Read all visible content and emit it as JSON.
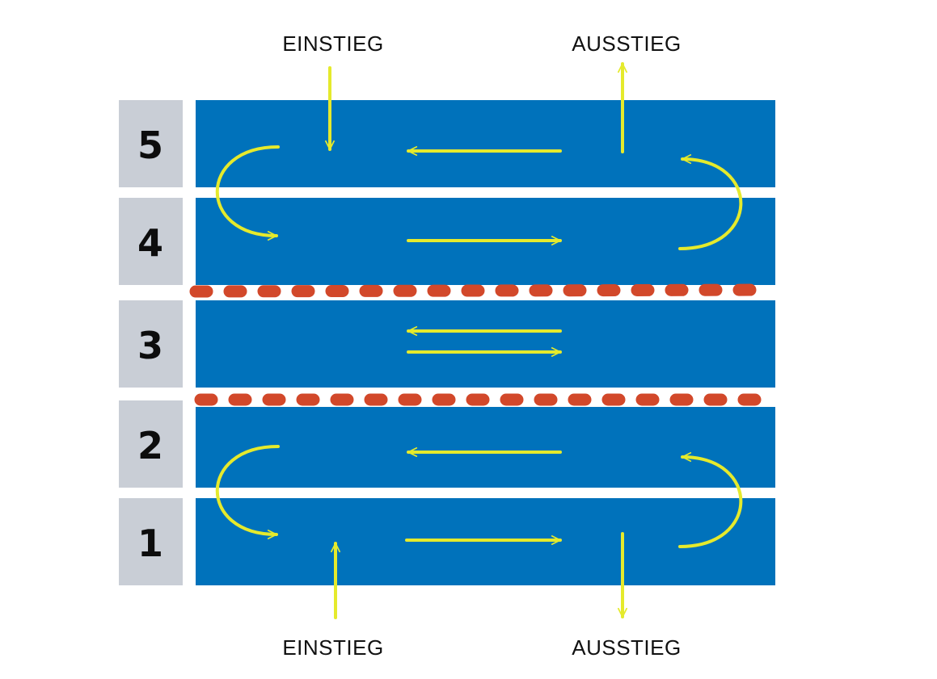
{
  "colors": {
    "lane": "#0072bb",
    "lane_label_bg": "#c9ced6",
    "arrow": "#e5ea2c",
    "divider": "#d2482a",
    "text": "#111111"
  },
  "lanes": [
    {
      "number": "5"
    },
    {
      "number": "4"
    },
    {
      "number": "3"
    },
    {
      "number": "2"
    },
    {
      "number": "1"
    }
  ],
  "top_labels": {
    "entry": "EINSTIEG",
    "exit": "AUSSTIEG"
  },
  "bottom_labels": {
    "entry": "EINSTIEG",
    "exit": "AUSSTIEG"
  },
  "icons": {
    "entry": "arrow-down-icon",
    "exit": "arrow-up-icon",
    "flow": "arrow-icon",
    "turn": "u-turn-icon"
  }
}
